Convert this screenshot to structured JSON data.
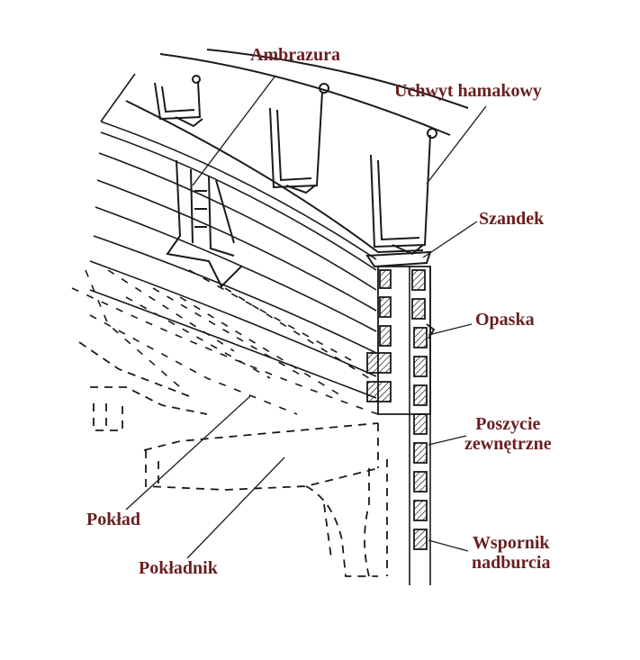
{
  "diagram": {
    "label_color": "#6b2020",
    "line_color": "#1a1a1a",
    "labels": {
      "ambrazura": "Ambrazura",
      "uchwyt_hamakowy": "Uchwyt hamakowy",
      "szandek": "Szandek",
      "opaska": "Opaska",
      "poszycie_line1": "Poszycie",
      "poszycie_line2": "zewnętrzne",
      "pokład": "Pokład",
      "pokładnik": "Pokładnik",
      "wspornik_line1": "Wspornik",
      "wspornik_line2": "nadburcia"
    }
  }
}
